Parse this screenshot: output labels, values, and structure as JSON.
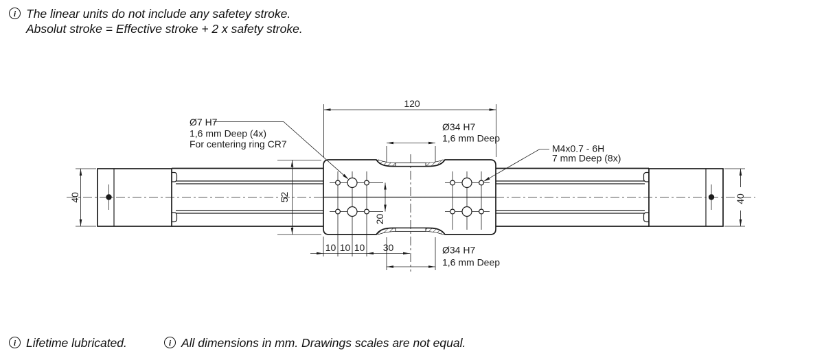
{
  "notes": {
    "top_line1": "The linear units do not include any safetey stroke.",
    "top_line2": "Absolut stroke = Effective stroke + 2 x safety stroke.",
    "bottom_left": "Lifetime lubricated.",
    "bottom_center": "All dimensions in mm. Drawings scales are not equal."
  },
  "icons": {
    "info_glyph": "i"
  },
  "labels": {
    "centering_ring": {
      "line1": "Ø7 H7",
      "line2": "1,6 mm Deep (4x)",
      "line3": "For centering ring CR7"
    },
    "thread": {
      "line1": "M4x0.7 - 6H",
      "line2": "7 mm Deep (8x)"
    },
    "recess_top": {
      "line1": "Ø34 H7",
      "line2": "1,6 mm Deep"
    },
    "recess_bottom": {
      "line1": "Ø34 H7",
      "line2": "1,6 mm Deep"
    }
  },
  "dimensions": {
    "overall_length": "120",
    "carriage_height": "52",
    "body_height_left": "40",
    "body_height_right": "40",
    "hole_row_spacing": "20",
    "hole_pitch_a": "10",
    "hole_pitch_b": "10",
    "hole_pitch_c": "10",
    "hole_to_center": "30"
  },
  "colors": {
    "line": "#1b1b1b",
    "background": "#ffffff"
  }
}
